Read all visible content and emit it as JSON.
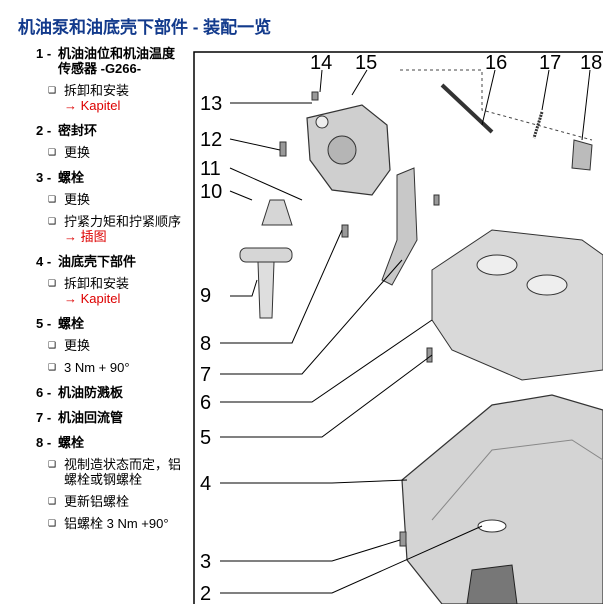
{
  "page": {
    "title": "机油泵和油底壳下部件 - 装配一览"
  },
  "legend": [
    {
      "num": "1 -",
      "label": "机油油位和机油温度传感器 -G266-",
      "subs": [
        {
          "text": "拆卸和安装",
          "link": "→ Kapitel"
        }
      ]
    },
    {
      "num": "2 -",
      "label": "密封环",
      "subs": [
        {
          "text": "更换",
          "link": ""
        }
      ]
    },
    {
      "num": "3 -",
      "label": "螺栓",
      "subs": [
        {
          "text": "更换",
          "link": ""
        },
        {
          "text": "拧紧力矩和拧紧顺序",
          "link": "→ 插图"
        }
      ]
    },
    {
      "num": "4 -",
      "label": "油底壳下部件",
      "subs": [
        {
          "text": "拆卸和安装",
          "link": "→ Kapitel"
        }
      ]
    },
    {
      "num": "5 -",
      "label": "螺栓",
      "subs": [
        {
          "text": "更换",
          "link": ""
        },
        {
          "text": "3 Nm + 90°",
          "link": ""
        }
      ]
    },
    {
      "num": "6 -",
      "label": "机油防溅板",
      "subs": []
    },
    {
      "num": "7 -",
      "label": "机油回流管",
      "subs": []
    },
    {
      "num": "8 -",
      "label": "螺栓",
      "subs": [
        {
          "text": "视制造状态而定，铝螺栓或钢螺栓",
          "link": ""
        },
        {
          "text": "更新铝螺栓",
          "link": ""
        },
        {
          "text": "铝螺栓 3 Nm +90°",
          "link": ""
        }
      ]
    }
  ],
  "diagram": {
    "callouts_left": [
      "13",
      "12",
      "11",
      "10",
      "9",
      "8",
      "7",
      "6",
      "5",
      "4",
      "3",
      "2"
    ],
    "callouts_top": [
      "14",
      "15",
      "16",
      "17",
      "18"
    ]
  },
  "colors": {
    "title": "#123a8c",
    "link": "#dd0000"
  }
}
